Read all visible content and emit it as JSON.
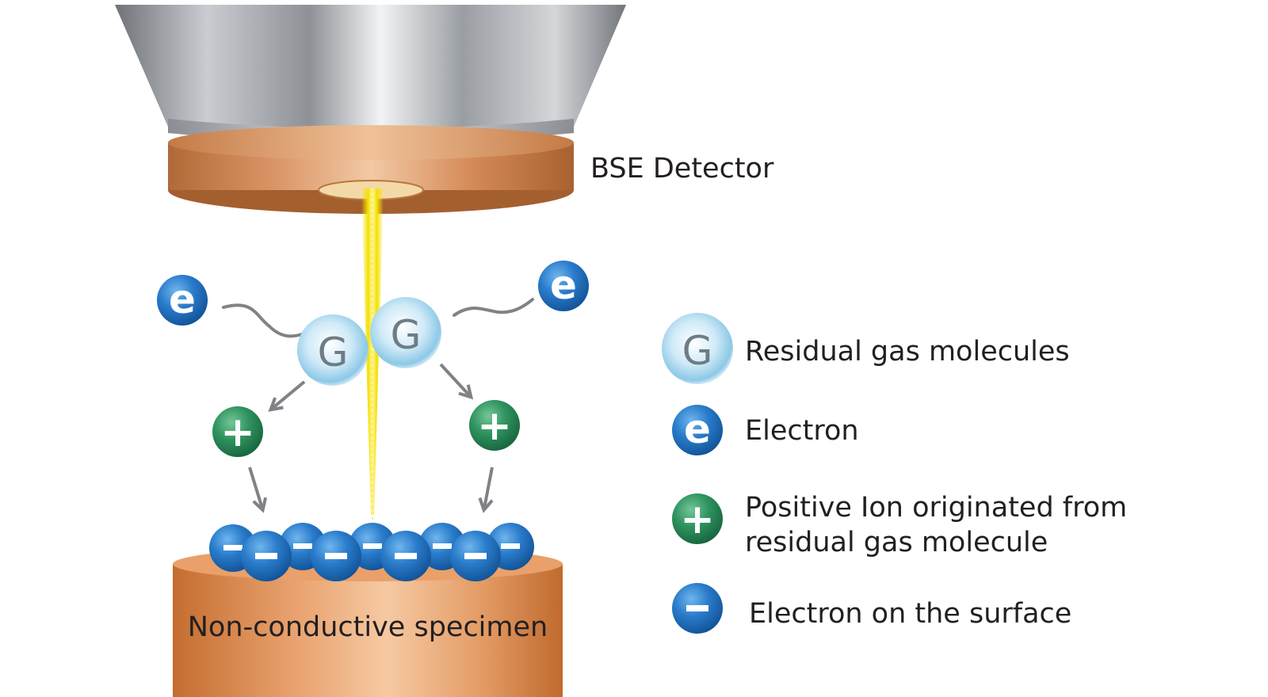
{
  "diagram": {
    "detector_label": "BSE Detector",
    "specimen_label": "Non-conductive specimen",
    "symbols": {
      "gas_molecule": "G",
      "electron": "e",
      "positive_ion": "+",
      "surface_electron": "−"
    }
  },
  "legend": {
    "items": [
      {
        "symbol": "G",
        "label": "Residual gas molecules",
        "icon": "gas-molecule-icon"
      },
      {
        "symbol": "e",
        "label": "Electron",
        "icon": "electron-icon"
      },
      {
        "symbol": "+",
        "label": "Positive Ion originated from residual gas molecule",
        "icon": "positive-ion-icon"
      },
      {
        "symbol": "−",
        "label": "Electron on the surface",
        "icon": "surface-electron-icon"
      }
    ]
  },
  "colors": {
    "detector_copper": "#c97f4e",
    "beam_yellow": "#f6e400",
    "electron_blue": "#1f6fb8",
    "ion_green": "#2d8a55",
    "gas_blue": "#9fd4ec",
    "specimen_copper": "#d98b55"
  }
}
